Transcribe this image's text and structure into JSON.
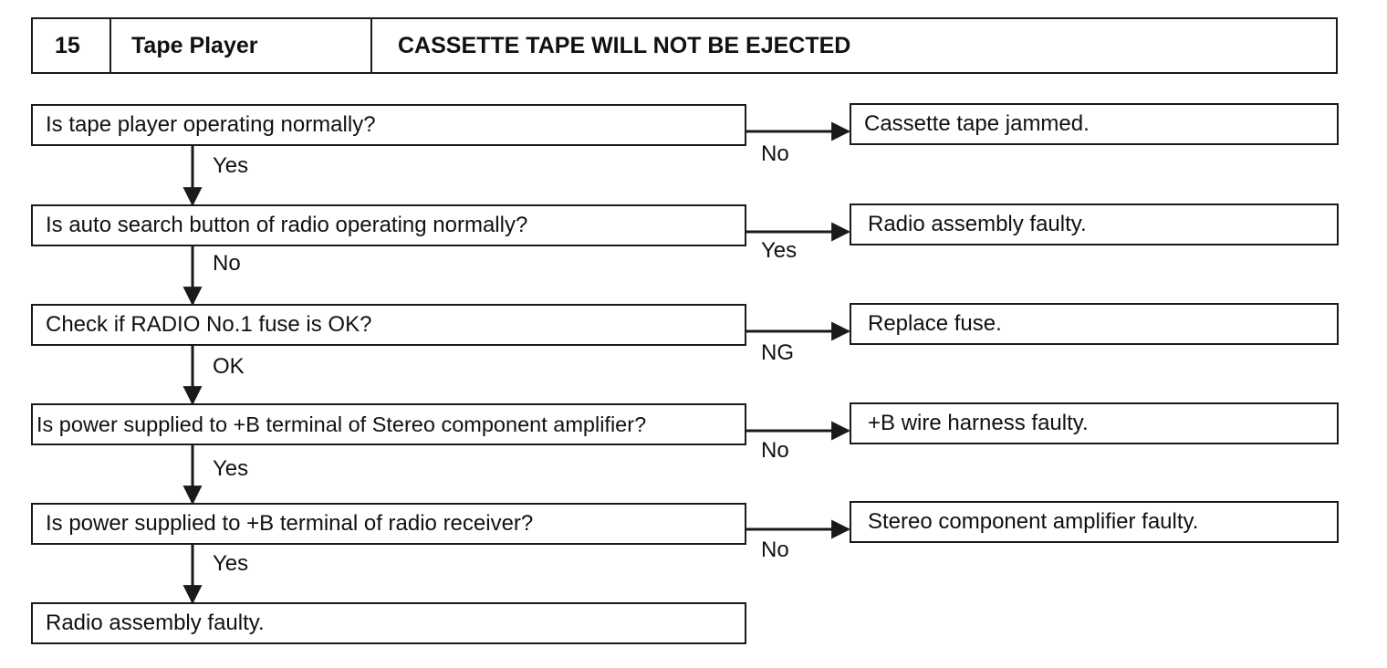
{
  "header": {
    "number": "15",
    "category": "Tape Player",
    "title": "CASSETTE TAPE WILL NOT BE EJECTED"
  },
  "steps": [
    {
      "question": "Is tape player operating normally?",
      "side_label": "No",
      "side_result": "Cassette tape jammed.",
      "down_label": "Yes"
    },
    {
      "question": "Is auto search button of radio operating normally?",
      "side_label": "Yes",
      "side_result": "Radio assembly faulty.",
      "down_label": "No"
    },
    {
      "question": "Check if RADIO No.1 fuse is OK?",
      "side_label": "NG",
      "side_result": "Replace fuse.",
      "down_label": "OK"
    },
    {
      "question": "Is power supplied to +B terminal of Stereo component amplifier?",
      "side_label": "No",
      "side_result": "+B wire harness faulty.",
      "down_label": "Yes"
    },
    {
      "question": "Is power supplied to +B terminal of radio receiver?",
      "side_label": "No",
      "side_result": "Stereo component amplifier faulty.",
      "down_label": "Yes"
    }
  ],
  "final": "Radio assembly faulty."
}
